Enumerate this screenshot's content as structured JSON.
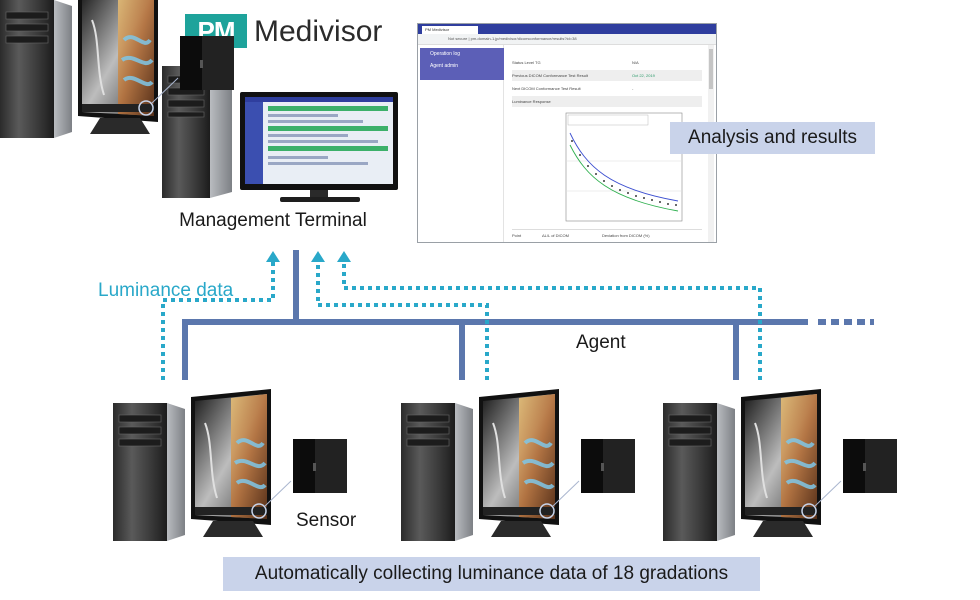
{
  "logo": {
    "mark": "PM",
    "name": "Medivisor"
  },
  "labels": {
    "management_terminal": "Management Terminal",
    "luminance_data": "Luminance data",
    "agent": "Agent",
    "sensor": "Sensor",
    "analysis": "Analysis and results",
    "collecting": "Automatically collecting luminance data of 18 gradations"
  },
  "browser": {
    "tab": "PM Medivisor",
    "url": "Not secure | pm-domain-1.jp/medivisor/dicomconformance/results?id=38",
    "nav_items": [
      "Operation log",
      "Agent admin"
    ],
    "rows": [
      {
        "label": "Status Level TG",
        "value": "N/A"
      },
      {
        "label": "Previous DICOM Conformance Test Result",
        "value": "Oct 22, 2019"
      },
      {
        "label": "Next DICOM Conformance Test Result",
        "value": "-"
      },
      {
        "label": "Luminance Response",
        "value": ""
      }
    ],
    "footer": [
      "Point",
      "ΔL/L of DICOM",
      "Deviation from DICOM (%)"
    ]
  },
  "colors": {
    "accent": "#1ea39b",
    "network_line": "#5b77ad",
    "data_dotted": "#29a8c9",
    "banner_bg": "#c9d3ea",
    "browser_header": "#2f3e9e",
    "browser_nav": "#5c5fb7"
  }
}
